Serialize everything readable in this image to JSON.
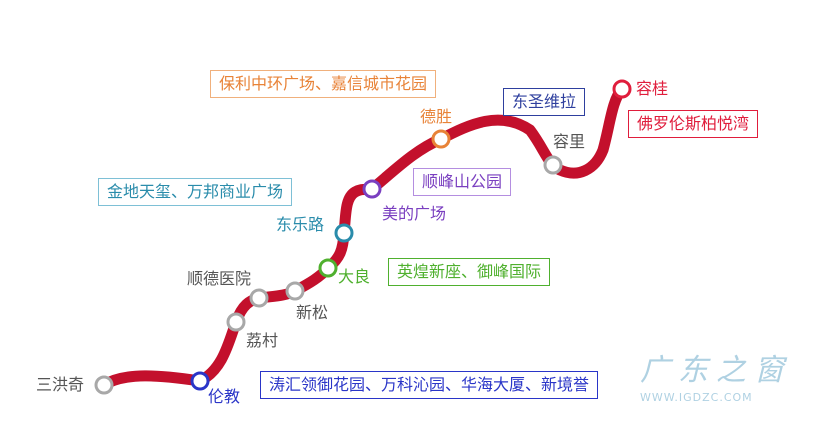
{
  "colors": {
    "line": "#c3102c",
    "grey": "#a8a8a8",
    "blue": "#2a35c8",
    "green": "#4fb02e",
    "teal": "#2a8cab",
    "purple": "#7a3fc0",
    "orange": "#e88338",
    "red": "#e01d3c",
    "navy": "#2e3f9e"
  },
  "stations": [
    {
      "name": "三洪奇",
      "color": "grey"
    },
    {
      "name": "伦教",
      "color": "blue"
    },
    {
      "name": "荔村",
      "color": "grey"
    },
    {
      "name": "顺德医院",
      "color": "grey"
    },
    {
      "name": "新松",
      "color": "grey"
    },
    {
      "name": "大良",
      "color": "green"
    },
    {
      "name": "东乐路",
      "color": "teal"
    },
    {
      "name": "美的广场",
      "color": "purple"
    },
    {
      "name": "德胜",
      "color": "orange"
    },
    {
      "name": "容里",
      "color": "grey"
    },
    {
      "name": "容桂",
      "color": "red"
    }
  ],
  "callouts": {
    "lunjiao": "涛汇领御花园、万科沁园、华海大厦、新境誉",
    "daliang": "英煌新座、御峰国际",
    "dongle": "金地天玺、万邦商业广场",
    "meidi": "顺峰山公园",
    "desheng": "保利中环广场、嘉信城市花园",
    "rongli": "东圣维拉",
    "ronggui": "佛罗伦斯柏悦湾"
  },
  "watermark": {
    "logo": "广东之窗",
    "url": "WWW.IGDZC.COM"
  }
}
